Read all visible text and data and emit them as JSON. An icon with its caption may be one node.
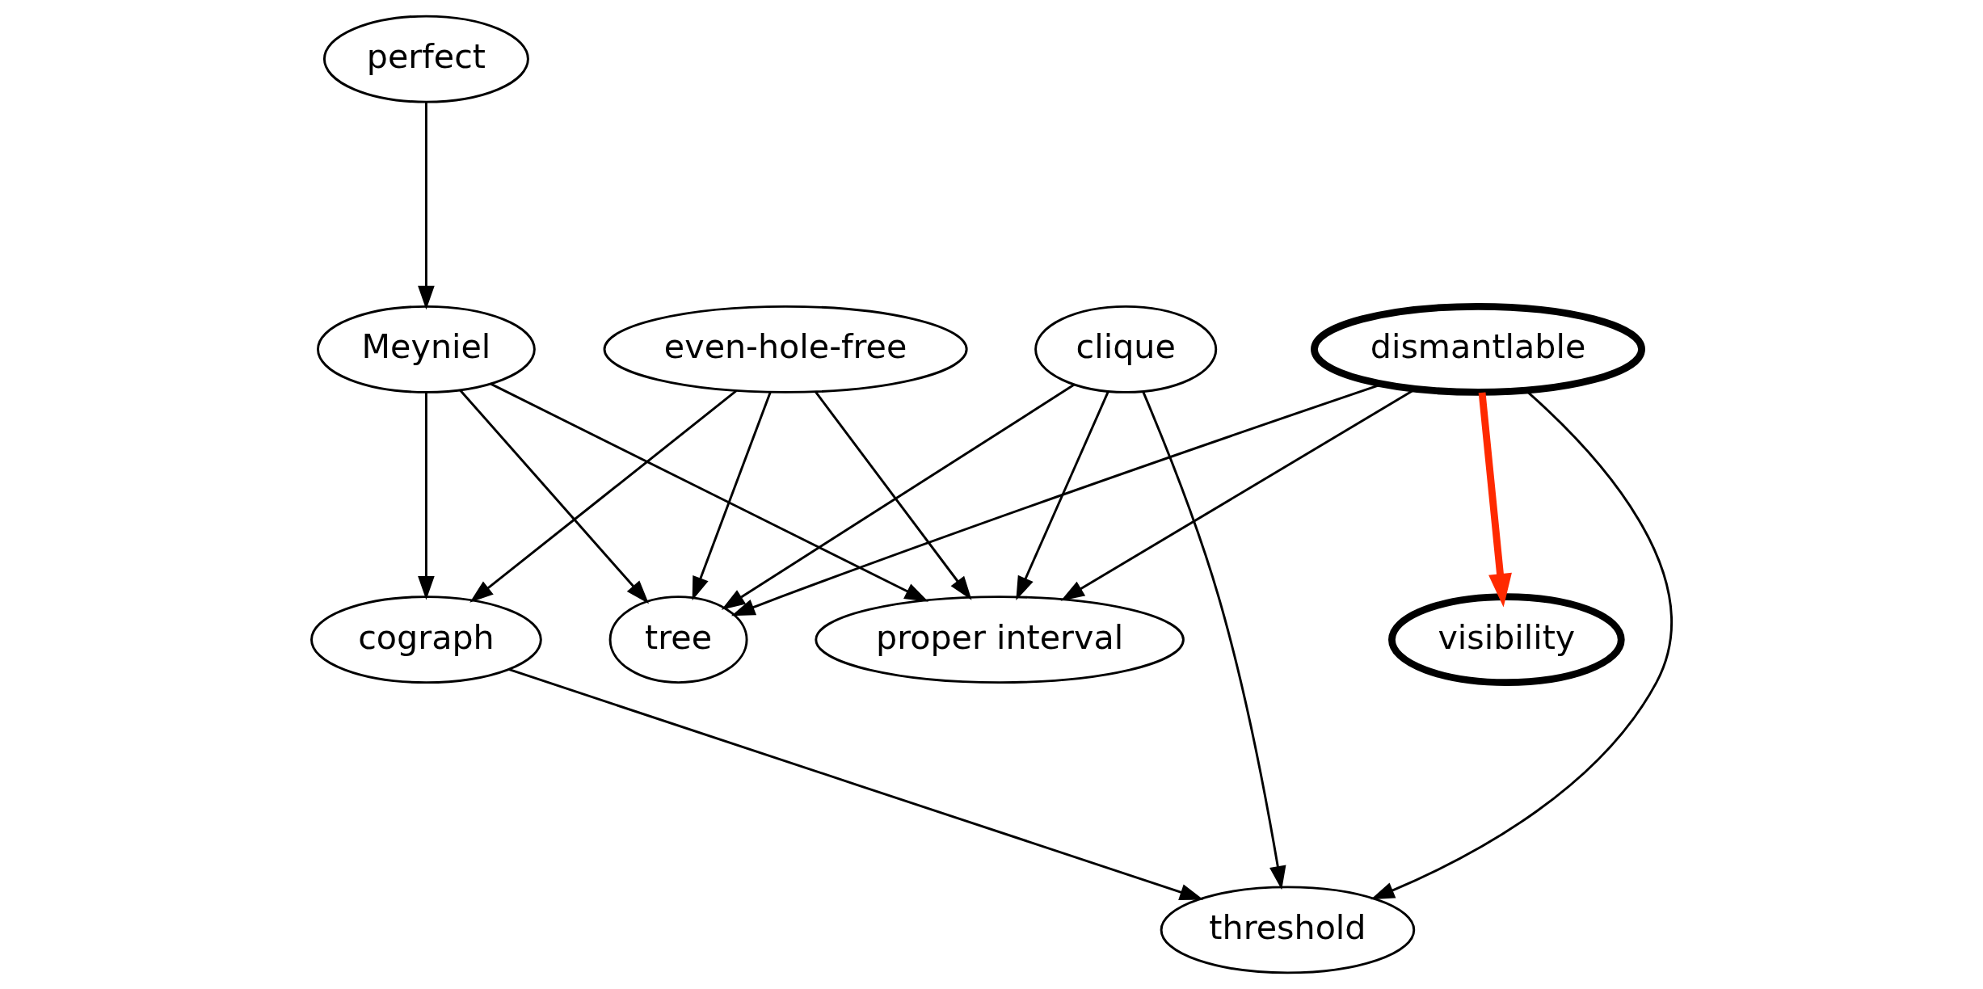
{
  "diagram": {
    "nodes": [
      {
        "text": [
          "perfect"
        ]
      },
      {
        "text": [
          "clique"
        ]
      },
      {
        "text": [
          "Meyniel"
        ]
      },
      {
        "text": [
          "even-hole-free"
        ]
      },
      {
        "text": [
          "dismantlable"
        ]
      },
      {
        "text": [
          "tree"
        ]
      },
      {
        "text": [
          "proper interval"
        ]
      },
      {
        "text": [
          "cograph"
        ]
      },
      {
        "text": [
          "visibility"
        ]
      },
      {
        "text": [
          "threshold"
        ]
      }
    ],
    "edges": [
      {
        "from": 0,
        "to": 2,
        "arrow": "to"
      },
      {
        "from": 1,
        "to": 5,
        "arrow": "to"
      },
      {
        "from": 1,
        "to": 6,
        "arrow": "to"
      },
      {
        "from": 1,
        "to": 9,
        "arrow": "to"
      },
      {
        "from": 2,
        "to": 5,
        "arrow": "to"
      },
      {
        "from": 2,
        "to": 6,
        "arrow": "to"
      },
      {
        "from": 2,
        "to": 7,
        "arrow": "to"
      },
      {
        "from": 3,
        "to": 5,
        "arrow": "to"
      },
      {
        "from": 3,
        "to": 6,
        "arrow": "to"
      },
      {
        "from": 3,
        "to": 7,
        "arrow": "to"
      },
      {
        "from": 4,
        "to": 5,
        "arrow": "to"
      },
      {
        "from": 4,
        "to": 6,
        "arrow": "to"
      },
      {
        "from": 4,
        "to": 8,
        "arrow": "to",
        "style": "thick",
        "color": "#ff2a00"
      },
      {
        "from": 4,
        "to": 9,
        "arrow": "to"
      },
      {
        "from": 7,
        "to": 9,
        "arrow": "to"
      }
    ]
  }
}
